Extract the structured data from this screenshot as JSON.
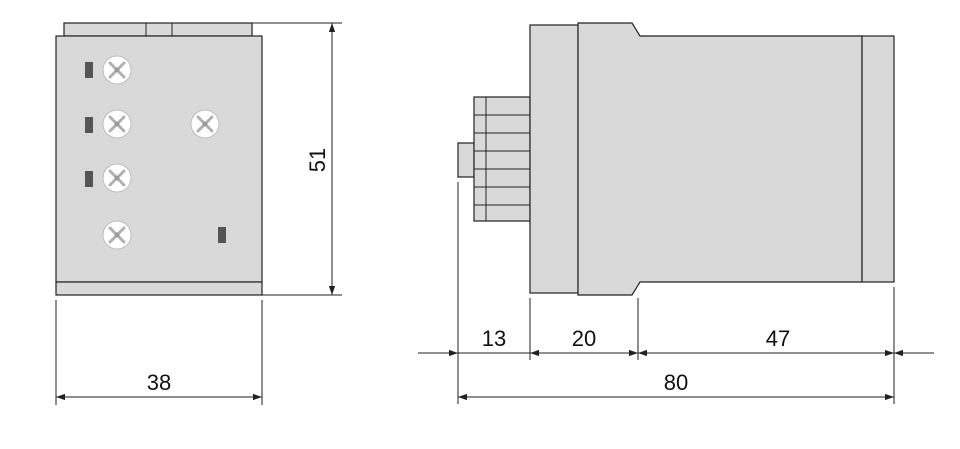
{
  "dimensions": {
    "front_width": "38",
    "front_height": "51",
    "side_plug": "13",
    "side_front": "20",
    "side_body": "47",
    "side_total": "80"
  },
  "colors": {
    "housing_fill": "#d9d9d9",
    "outline": "#222222",
    "terminal": "#ffffff",
    "indicator": "#555555",
    "dimension_line": "#222222"
  }
}
